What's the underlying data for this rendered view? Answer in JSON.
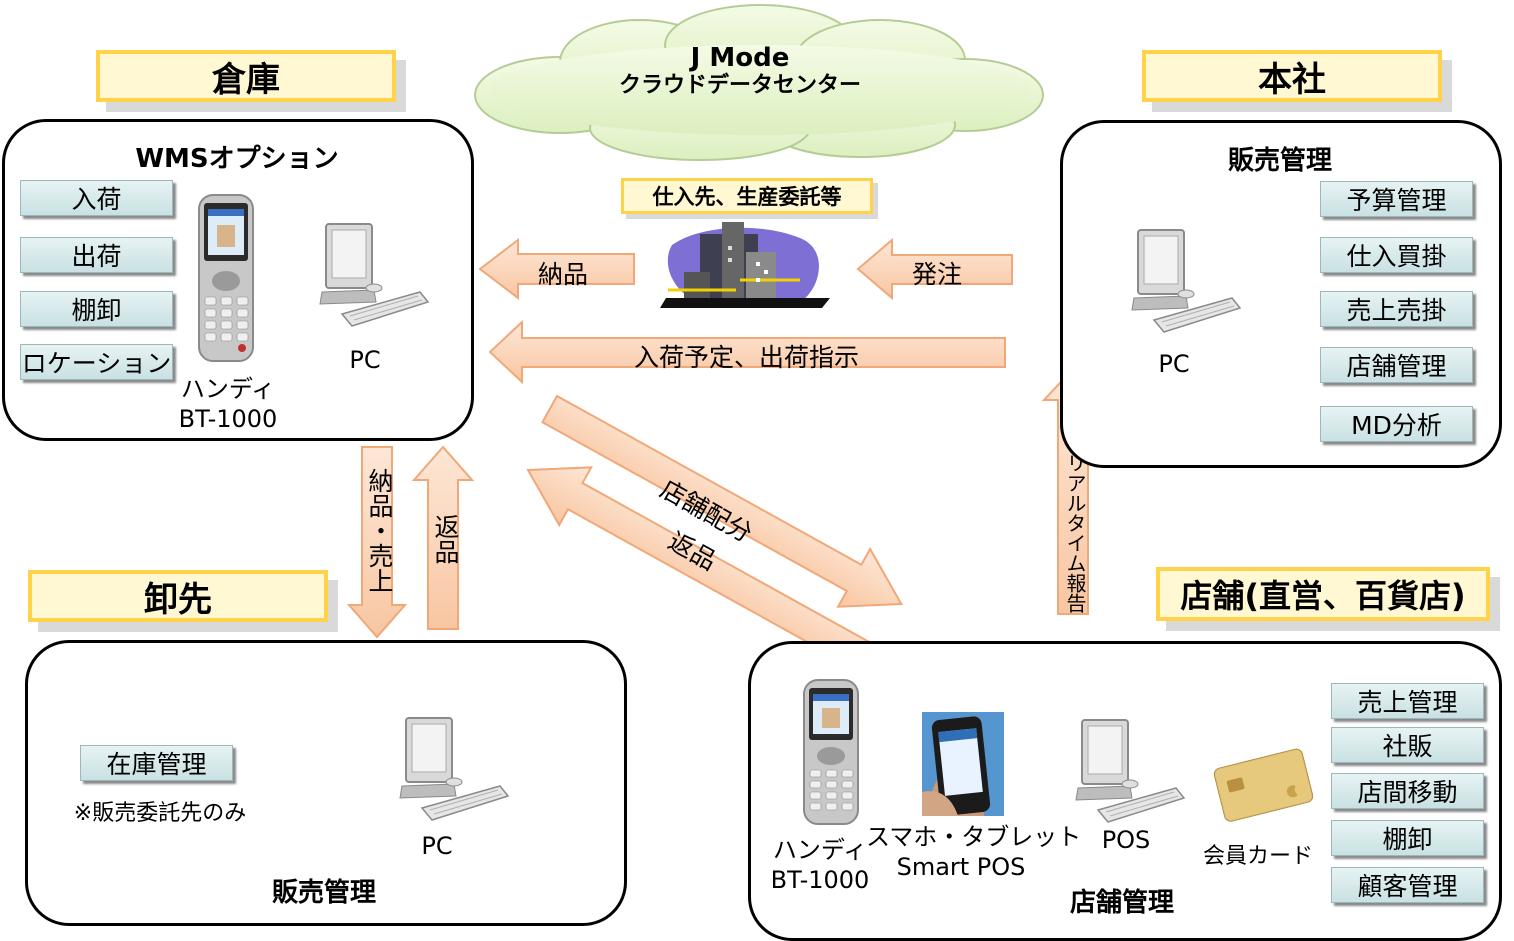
{
  "cloud": {
    "line1": "J Mode",
    "line2": "クラウドデータセンター"
  },
  "supplier": {
    "label": "仕入先、生産委託等"
  },
  "warehouse": {
    "title": "倉庫",
    "panel_title": "WMSオプション",
    "functions": [
      "入荷",
      "出荷",
      "棚卸",
      "ロケーション"
    ],
    "handy_line1": "ハンディ",
    "handy_line2": "BT-1000",
    "pc_label": "PC"
  },
  "hq": {
    "title": "本社",
    "panel_title": "販売管理",
    "pc_label": "PC",
    "functions": [
      "予算管理",
      "仕入買掛",
      "売上売掛",
      "店舗管理",
      "MD分析"
    ]
  },
  "wholesaler": {
    "title": "卸先",
    "chip": "在庫管理",
    "note": "※販売委託先のみ",
    "pc_label": "PC",
    "panel_title": "販売管理"
  },
  "store": {
    "title": "店舗(直営、百貨店)",
    "handy_line1": "ハンディ",
    "handy_line2": "BT-1000",
    "smart_line1": "スマホ・タブレット",
    "smart_line2": "Smart POS",
    "pos_label": "POS",
    "card_label": "会員カード",
    "panel_title": "店舗管理",
    "functions": [
      "売上管理",
      "社販",
      "店間移動",
      "棚卸",
      "顧客管理"
    ]
  },
  "arrows": {
    "delivery": "納品",
    "order": "発注",
    "plan": "入荷予定、出荷指示",
    "deliver_sales": "納品・売上",
    "return_left": "返品",
    "store_alloc": "店舗配分",
    "return_store": "返品",
    "realtime": "売上のリアルタイム報告"
  },
  "colors": {
    "arrow_fill": "#fcd8bd",
    "arrow_stroke": "#f0a878",
    "title_border": "#ffd24a",
    "chip_bg": "#d6eaec"
  }
}
